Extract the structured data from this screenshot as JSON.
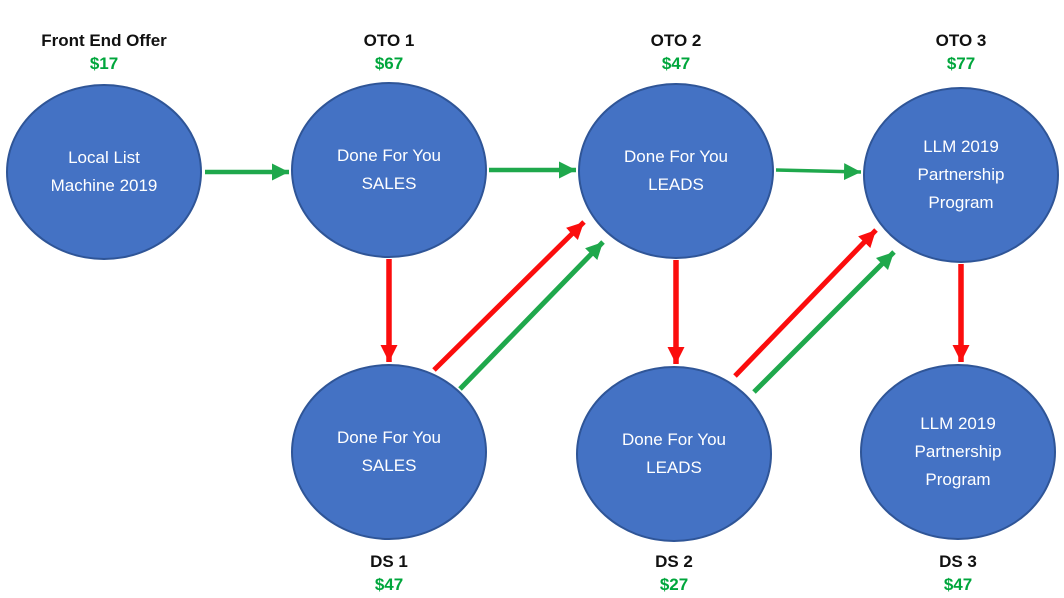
{
  "diagram": {
    "type": "sales-funnel-flowchart",
    "colors": {
      "node_fill": "#4472C4",
      "node_border": "#2F5597",
      "node_text": "#FFFFFF",
      "label_text": "#111111",
      "price_green": "#00A63C",
      "arrow_green": "#1FA84C",
      "arrow_red": "#FB0D0D",
      "background": "#FFFFFF"
    },
    "nodes": [
      {
        "id": "front-end-offer",
        "label": "Front End Offer",
        "price": "$17",
        "text": "Local List\nMachine 2019",
        "row": "top"
      },
      {
        "id": "oto-1",
        "label": "OTO 1",
        "price": "$67",
        "text": "Done For You\nSALES",
        "row": "top"
      },
      {
        "id": "oto-2",
        "label": "OTO 2",
        "price": "$47",
        "text": "Done For You\nLEADS",
        "row": "top"
      },
      {
        "id": "oto-3",
        "label": "OTO 3",
        "price": "$77",
        "text": "LLM 2019\nPartnership\nProgram",
        "row": "top"
      },
      {
        "id": "ds-1",
        "label": "DS 1",
        "price": "$47",
        "text": "Done For You\nSALES",
        "row": "bottom"
      },
      {
        "id": "ds-2",
        "label": "DS 2",
        "price": "$27",
        "text": "Done For You\nLEADS",
        "row": "bottom"
      },
      {
        "id": "ds-3",
        "label": "DS 3",
        "price": "$47",
        "text": "LLM 2019\nPartnership\nProgram",
        "row": "bottom"
      }
    ],
    "edges": [
      {
        "from": "front-end-offer",
        "to": "oto-1",
        "color": "green",
        "direction": "right"
      },
      {
        "from": "oto-1",
        "to": "oto-2",
        "color": "green",
        "direction": "right"
      },
      {
        "from": "oto-2",
        "to": "oto-3",
        "color": "green",
        "direction": "right"
      },
      {
        "from": "oto-1",
        "to": "ds-1",
        "color": "red",
        "direction": "down"
      },
      {
        "from": "oto-2",
        "to": "ds-2",
        "color": "red",
        "direction": "down"
      },
      {
        "from": "oto-3",
        "to": "ds-3",
        "color": "red",
        "direction": "down"
      },
      {
        "from": "ds-1",
        "to": "oto-2",
        "color": "red",
        "direction": "up-right"
      },
      {
        "from": "ds-1",
        "to": "oto-2",
        "color": "green",
        "direction": "up-right"
      },
      {
        "from": "ds-2",
        "to": "oto-3",
        "color": "red",
        "direction": "up-right"
      },
      {
        "from": "ds-2",
        "to": "oto-3",
        "color": "green",
        "direction": "up-right"
      }
    ]
  }
}
